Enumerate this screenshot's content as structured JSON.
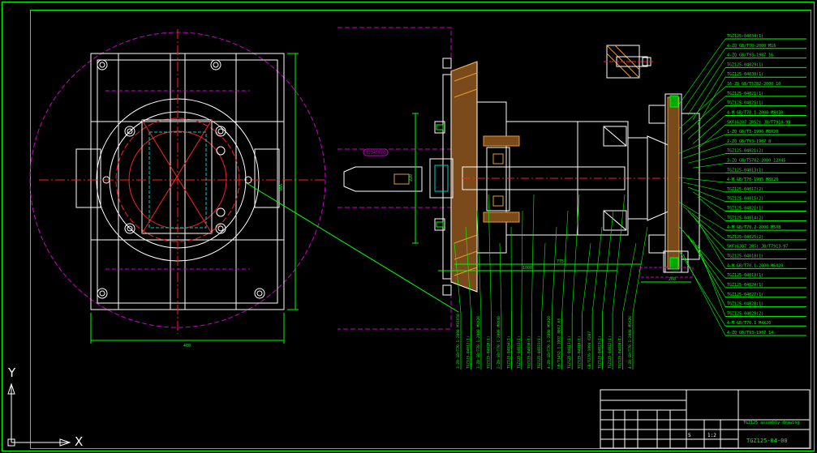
{
  "canvas": {
    "background": "#000000"
  },
  "colors": {
    "border": "#00ff00",
    "outline": "#ffffff",
    "magenta": "#cc00cc",
    "red": "#ff2020",
    "yellow": "#ffff00",
    "cyan": "#00cccc",
    "green": "#00ff00",
    "orange": "#e09a3a"
  },
  "ucs": {
    "y_label": "Y",
    "x_label": "X",
    "icon": "ucs-axis-icon"
  },
  "dimensions": {
    "plan_width": "400",
    "plan_height": "380",
    "side_height": "220",
    "length_1": "775",
    "length_2": "1000",
    "length_3": "260"
  },
  "callout_tag": "12345678",
  "right_callouts": [
    "TGZ125-04034(1)",
    "4-ZQ GB/T70-2000 M16",
    "4-ZQ GB/T93-1987 16",
    "TGZ125-04029(1)",
    "TGZ125-04030(1)",
    "16-ZQ GB/T5782-2000 10",
    "TGZ125-04021(1)",
    "TGZ125-04025(1)",
    "4-M GB/T70.1-2000 M8X30",
    "SKF(6207 2RS2) JB/T7910-99",
    "1-ZQ GB/T3-1996 M8X20",
    "2-ZQ GB/T93-1987 8",
    "TGZ125-04021(2)",
    "3-ZQ GB/T5782-2000 12X45",
    "TGZ125-04013(1)",
    "4-M GB/T70-1985 M8X20",
    "TGZ125-04017(2)",
    "TGZ125-04015(2)",
    "TGZ125-04021(1)",
    "TGZ125-04014(2)",
    "4-M GB/T70.2-2000 M5X8",
    "TGZ125-04025(2)",
    "SKF(6307 2RS) JB/T7913-97",
    "TGZ125-04018(1)",
    "4-M GB/T70.1-2000 M6X20",
    "TGZ125-04019(1)",
    "TGZ125-04024(1)",
    "TGZ125-04027(1)",
    "TGZ125-04028(1)",
    "TGZ125-04029(2)",
    "4-M GB/T70.1 M4X20",
    "4-ZQ GB/T93-1987 14"
  ],
  "bottom_callouts": [
    "3-ZQ GB/T70.1-2000 M16X50",
    "TGZ125-04012(1)",
    "3-ZQ GB/T70.1-2000 M8X20",
    "TGZ125-04028(1)",
    "2-ZQ GB/T70.1-2000 M8X40",
    "TGZ125-04034(1)",
    "TGZ125-04033(1)",
    "TGZ125-04030(1)",
    "TGZ125-04031(1)",
    "4-ZQ GB/T70.1-2000 M5X20",
    "GB/T3452.1-1992 80X2.65",
    "TGZ125-04011(1)",
    "TGZ125-04010(1)",
    "GB/T276-1994 6207",
    "TGZ125-04023(1)",
    "TGZ125-04022(1)",
    "TGZ125-04020(1)",
    "4-ZQ GB/T70.1-2000 M5X20"
  ],
  "title_block": {
    "drawing_name": "TGZ125 assembly drawing",
    "drawing_number": "TGZ125-04-00",
    "scale": "1:2",
    "quantity": "5",
    "header_cells": [
      "TGZ125-04-00",
      "",
      "",
      "",
      "",
      ""
    ],
    "row_labels": [
      "",
      "",
      "",
      "",
      ""
    ]
  }
}
